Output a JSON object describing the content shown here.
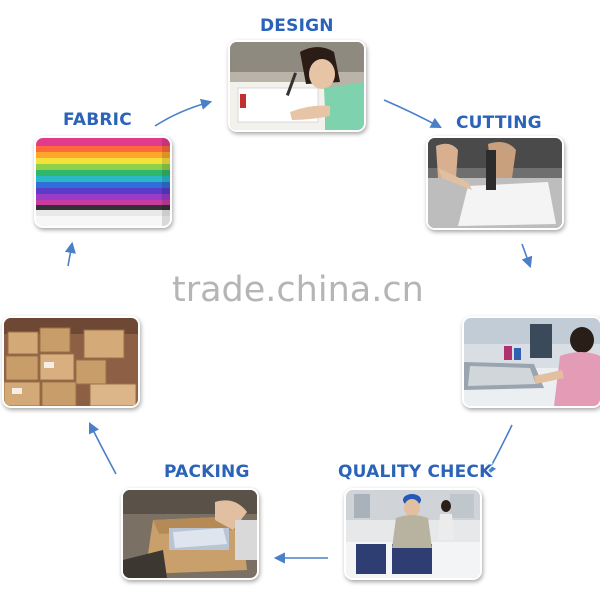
{
  "steps": {
    "design": "DESIGN",
    "cutting": "CUTTING",
    "quality_check": "QUALITY CHECK",
    "packing": "PACKING",
    "fabric": "FABRIC"
  },
  "watermark": "trade.china.cn",
  "colors": {
    "label": "#2a63b8",
    "arrow": "#4a80c8"
  }
}
